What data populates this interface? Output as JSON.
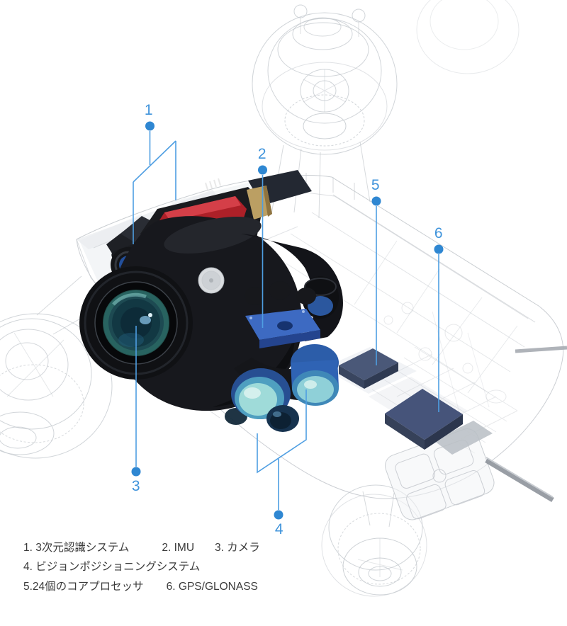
{
  "figure": {
    "type": "product-cutaway-diagram",
    "subject": "drone-internal-components"
  },
  "callouts": [
    {
      "number": "1"
    },
    {
      "number": "2"
    },
    {
      "number": "3"
    },
    {
      "number": "4"
    },
    {
      "number": "5"
    },
    {
      "number": "6"
    }
  ],
  "legend": {
    "items": [
      "1. 3次元認識システム",
      "2. IMU",
      "3. カメラ",
      "4. ビジョンポジショニングシステム",
      "5.24個のコアプロセッサ",
      "6. GPS/GLONASS"
    ]
  },
  "colors": {
    "accent_blue": "#3E93DB",
    "leader_line": "#4E9EE2",
    "dot_blue": "#2F87D2",
    "legend_text": "#3b3b3b",
    "wireframe_gray": "#c6cacf",
    "module_navy": "#46547a",
    "sensor_red": "#b2242b",
    "lens_teal": "#2e6e66",
    "vision_blue": "#2c5da9"
  }
}
